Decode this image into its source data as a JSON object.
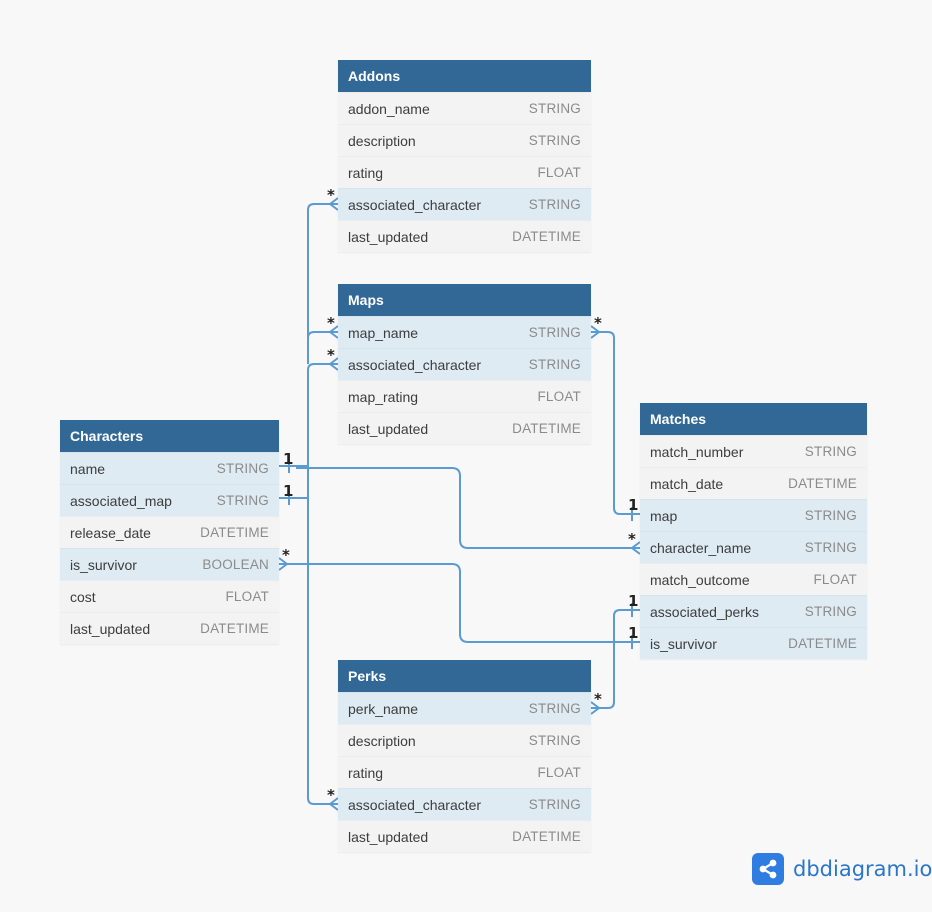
{
  "tables": {
    "addons": {
      "title": "Addons",
      "columns": [
        {
          "name": "addon_name",
          "type": "STRING"
        },
        {
          "name": "description",
          "type": "STRING"
        },
        {
          "name": "rating",
          "type": "FLOAT"
        },
        {
          "name": "associated_character",
          "type": "STRING"
        },
        {
          "name": "last_updated",
          "type": "DATETIME"
        }
      ]
    },
    "maps": {
      "title": "Maps",
      "columns": [
        {
          "name": "map_name",
          "type": "STRING"
        },
        {
          "name": "associated_character",
          "type": "STRING"
        },
        {
          "name": "map_rating",
          "type": "FLOAT"
        },
        {
          "name": "last_updated",
          "type": "DATETIME"
        }
      ]
    },
    "characters": {
      "title": "Characters",
      "columns": [
        {
          "name": "name",
          "type": "STRING"
        },
        {
          "name": "associated_map",
          "type": "STRING"
        },
        {
          "name": "release_date",
          "type": "DATETIME"
        },
        {
          "name": "is_survivor",
          "type": "BOOLEAN"
        },
        {
          "name": "cost",
          "type": "FLOAT"
        },
        {
          "name": "last_updated",
          "type": "DATETIME"
        }
      ]
    },
    "matches": {
      "title": "Matches",
      "columns": [
        {
          "name": "match_number",
          "type": "STRING"
        },
        {
          "name": "match_date",
          "type": "DATETIME"
        },
        {
          "name": "map",
          "type": "STRING"
        },
        {
          "name": "character_name",
          "type": "STRING"
        },
        {
          "name": "match_outcome",
          "type": "FLOAT"
        },
        {
          "name": "associated_perks",
          "type": "STRING"
        },
        {
          "name": "is_survivor",
          "type": "DATETIME"
        }
      ]
    },
    "perks": {
      "title": "Perks",
      "columns": [
        {
          "name": "perk_name",
          "type": "STRING"
        },
        {
          "name": "description",
          "type": "STRING"
        },
        {
          "name": "rating",
          "type": "FLOAT"
        },
        {
          "name": "associated_character",
          "type": "STRING"
        },
        {
          "name": "last_updated",
          "type": "DATETIME"
        }
      ]
    }
  },
  "cardinality": {
    "one": "1",
    "many": "*"
  },
  "brand": {
    "name": "dbdiagram.io",
    "accent_color": "#2f7de0"
  },
  "colors": {
    "header": "#316896",
    "link": "#5b9bd0",
    "highlight_row": "#deebf3"
  }
}
